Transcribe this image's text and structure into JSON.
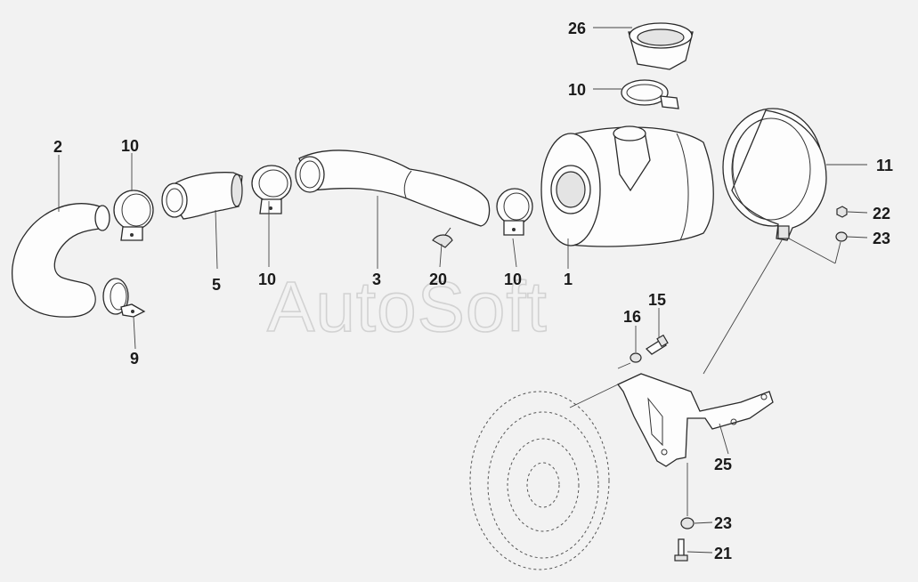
{
  "watermark": "AutoSoft",
  "callouts": [
    {
      "id": "c2",
      "text": "2"
    },
    {
      "id": "c10a",
      "text": "10"
    },
    {
      "id": "c5",
      "text": "5"
    },
    {
      "id": "c10b",
      "text": "10"
    },
    {
      "id": "c9",
      "text": "9"
    },
    {
      "id": "c3",
      "text": "3"
    },
    {
      "id": "c20",
      "text": "20"
    },
    {
      "id": "c10c",
      "text": "10"
    },
    {
      "id": "c1",
      "text": "1"
    },
    {
      "id": "c26",
      "text": "26"
    },
    {
      "id": "c10d",
      "text": "10"
    },
    {
      "id": "c11",
      "text": "11"
    },
    {
      "id": "c22",
      "text": "22"
    },
    {
      "id": "c23a",
      "text": "23"
    },
    {
      "id": "c15",
      "text": "15"
    },
    {
      "id": "c16",
      "text": "16"
    },
    {
      "id": "c25",
      "text": "25"
    },
    {
      "id": "c23b",
      "text": "23"
    },
    {
      "id": "c21",
      "text": "21"
    }
  ]
}
